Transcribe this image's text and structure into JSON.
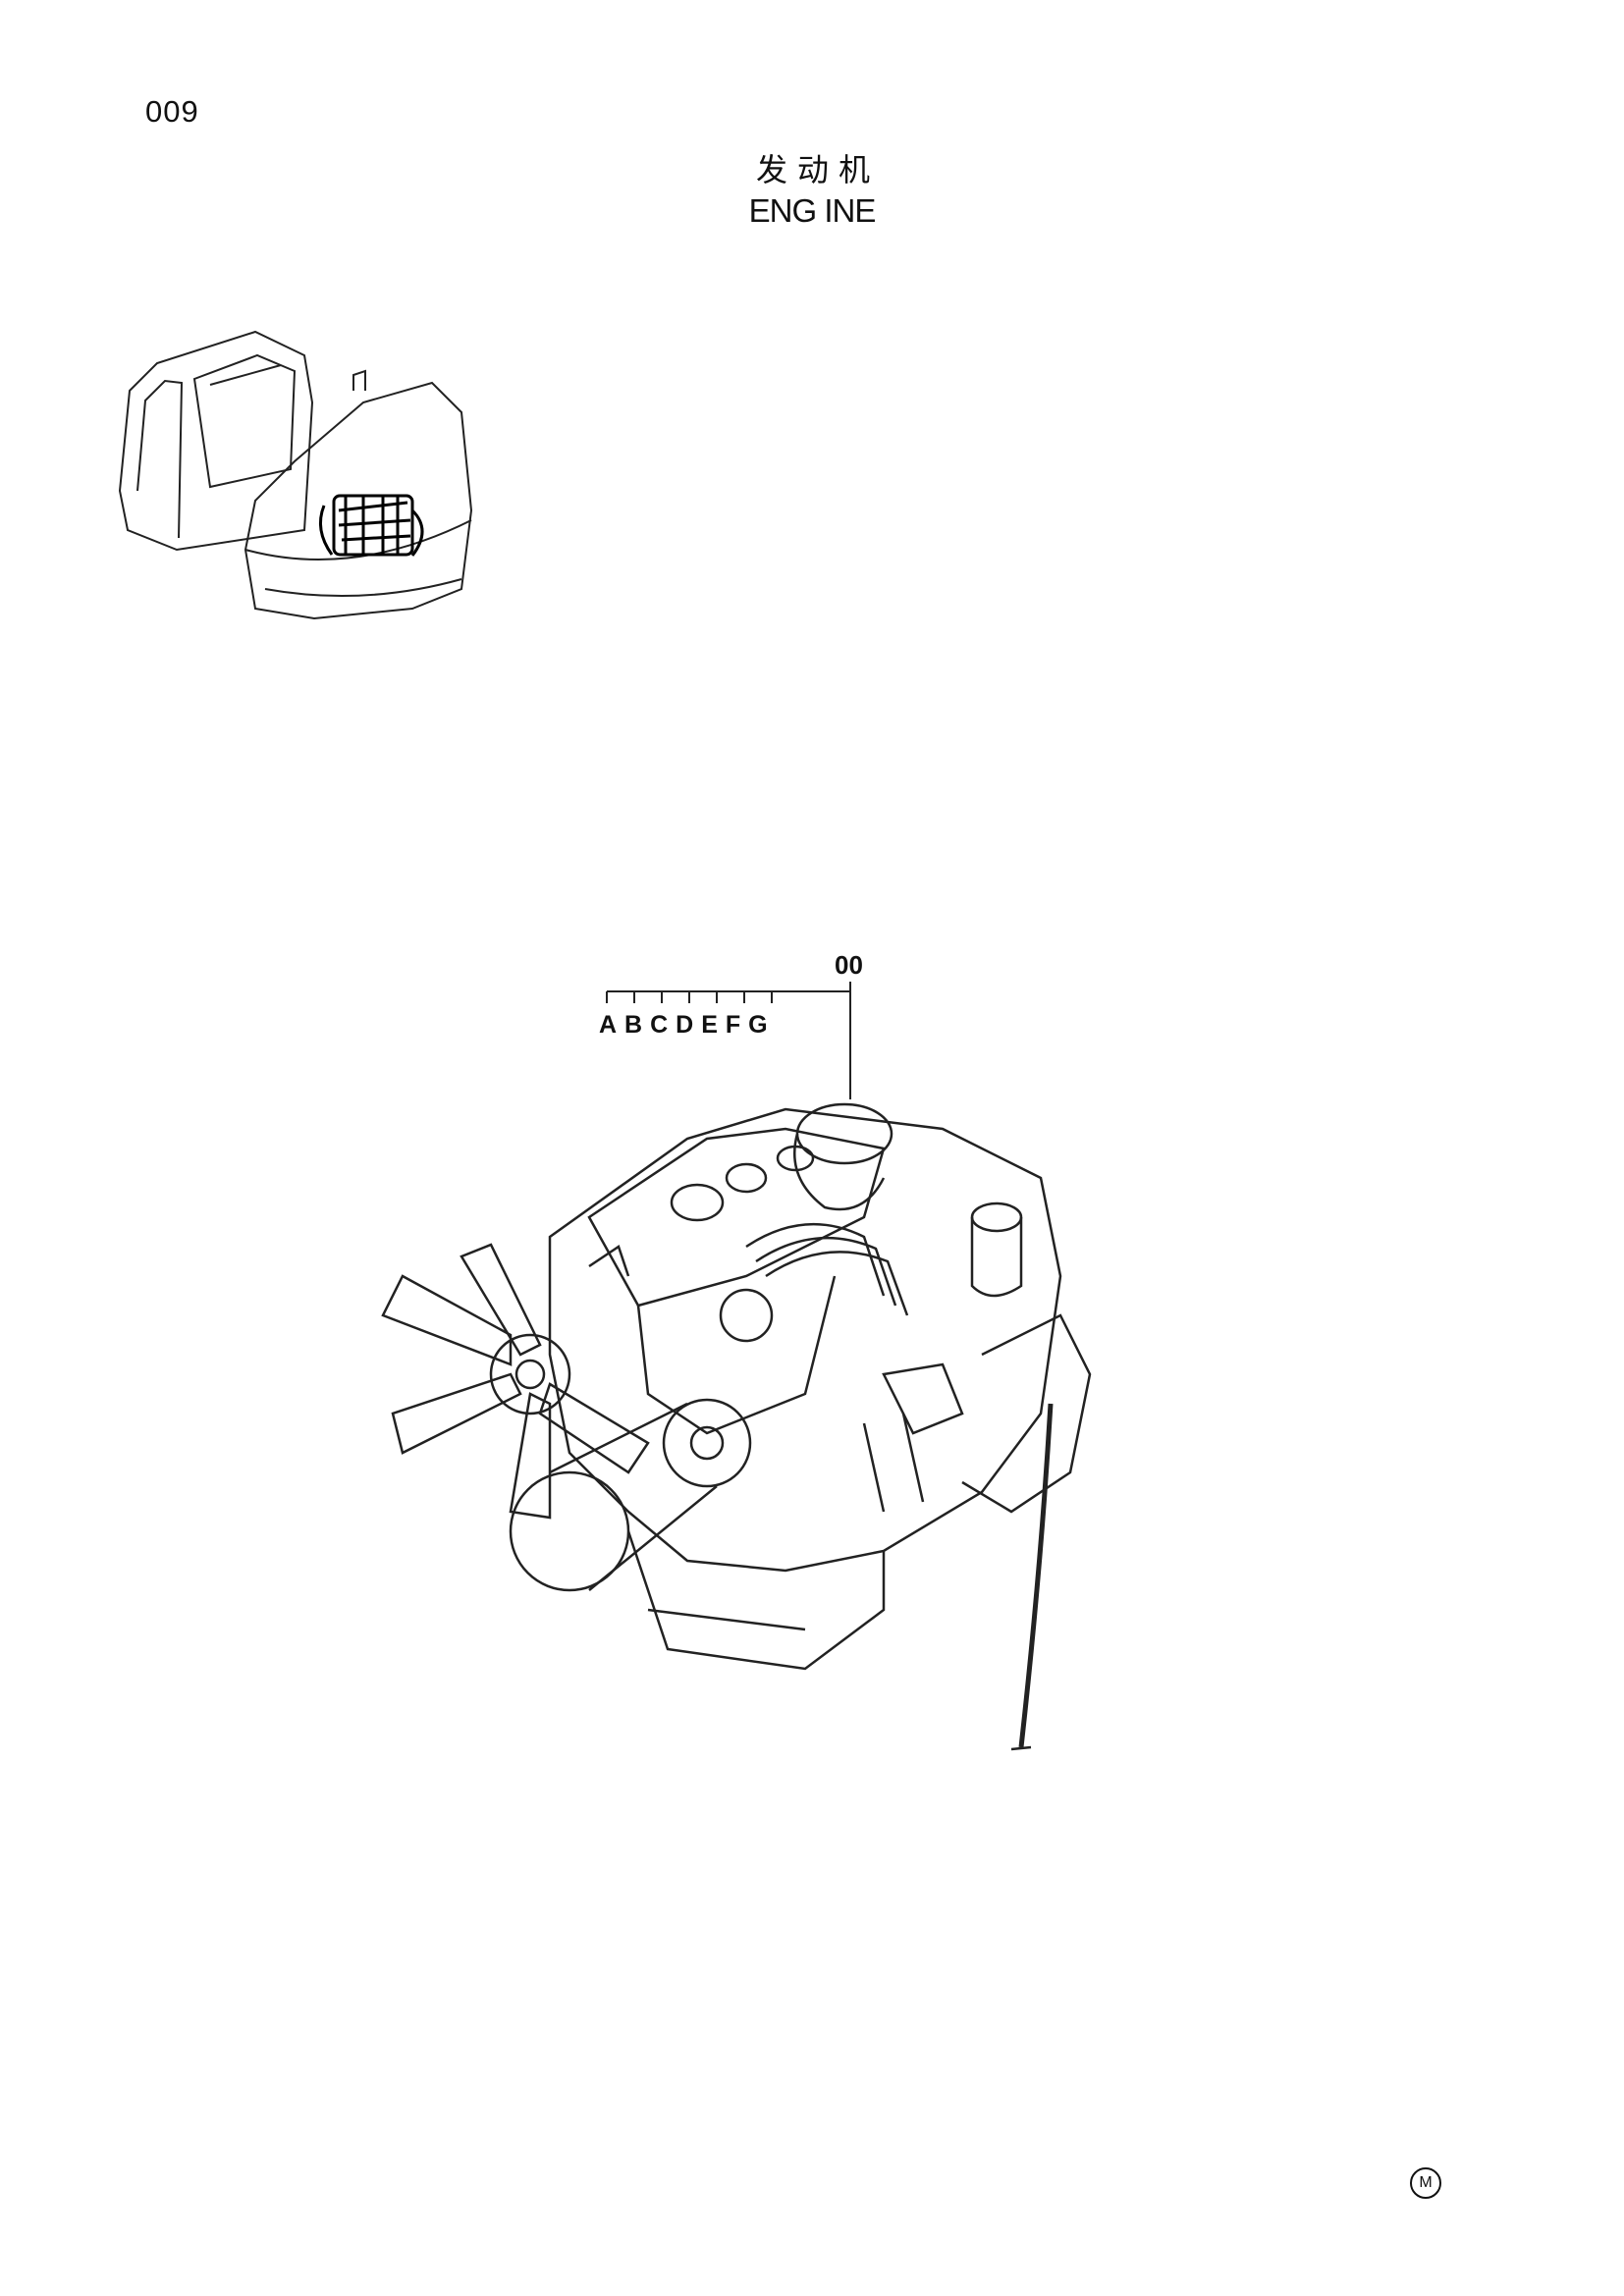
{
  "page": {
    "number": "009"
  },
  "title": {
    "zh": "发动机",
    "en": "ENG INE"
  },
  "callouts": {
    "part_code": "00",
    "variants": "ABCDEFG"
  },
  "footer": {
    "mark": "M"
  },
  "illustrations": {
    "locator": {
      "icon": "excavator-locator-icon"
    },
    "main": {
      "icon": "engine-assembly-icon"
    }
  }
}
